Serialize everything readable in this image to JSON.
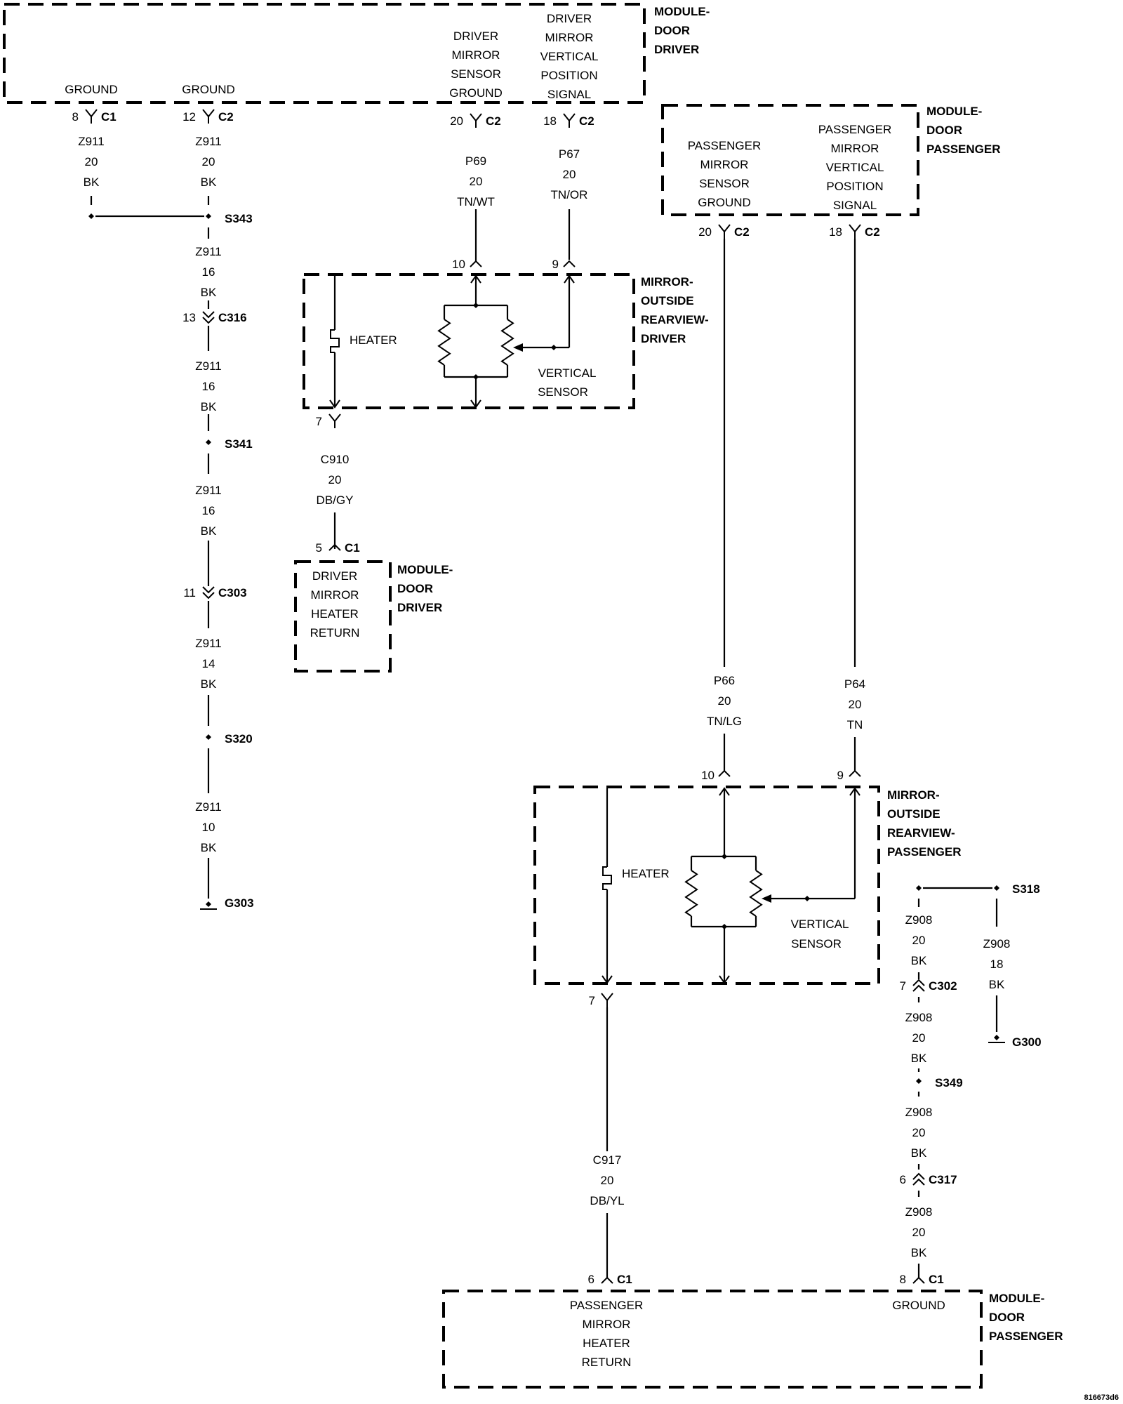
{
  "modules": {
    "door_driver_top": {
      "name": [
        "MODULE-",
        "DOOR",
        "DRIVER"
      ],
      "pins": [
        {
          "label": [
            "GROUND"
          ]
        },
        {
          "label": [
            "GROUND"
          ]
        },
        {
          "label": [
            "DRIVER",
            "MIRROR",
            "SENSOR",
            "GROUND"
          ]
        },
        {
          "label": [
            "DRIVER",
            "MIRROR",
            "VERTICAL",
            "POSITION",
            "SIGNAL"
          ]
        }
      ]
    },
    "door_passenger_top": {
      "name": [
        "MODULE-",
        "DOOR",
        "PASSENGER"
      ],
      "pins": [
        {
          "label": [
            "PASSENGER",
            "MIRROR",
            "SENSOR",
            "GROUND"
          ]
        },
        {
          "label": [
            "PASSENGER",
            "MIRROR",
            "VERTICAL",
            "POSITION",
            "SIGNAL"
          ]
        }
      ]
    },
    "door_driver_small": {
      "name": [
        "MODULE-",
        "DOOR",
        "DRIVER"
      ],
      "pins": [
        {
          "label": [
            "DRIVER",
            "MIRROR",
            "HEATER",
            "RETURN"
          ]
        }
      ]
    },
    "door_passenger_bottom": {
      "name": [
        "MODULE-",
        "DOOR",
        "PASSENGER"
      ],
      "pins": [
        {
          "label": [
            "PASSENGER",
            "MIRROR",
            "HEATER",
            "RETURN"
          ]
        },
        {
          "label": [
            "GROUND"
          ]
        }
      ]
    },
    "mirror_driver": {
      "name": [
        "MIRROR-",
        "OUTSIDE",
        "REARVIEW-",
        "DRIVER"
      ],
      "heater": "HEATER",
      "sensor": [
        "VERTICAL",
        "SENSOR"
      ]
    },
    "mirror_passenger": {
      "name": [
        "MIRROR-",
        "OUTSIDE",
        "REARVIEW-",
        "PASSENGER"
      ],
      "heater": "HEATER",
      "sensor": [
        "VERTICAL",
        "SENSOR"
      ]
    }
  },
  "connectors": [
    {
      "pin": "8",
      "name": "C1"
    },
    {
      "pin": "12",
      "name": "C2"
    },
    {
      "pin": "20",
      "name": "C2"
    },
    {
      "pin": "18",
      "name": "C2"
    },
    {
      "pin": "20",
      "name": "C2"
    },
    {
      "pin": "18",
      "name": "C2"
    },
    {
      "pin": "10",
      "name": ""
    },
    {
      "pin": "9",
      "name": ""
    },
    {
      "pin": "13",
      "name": "C316"
    },
    {
      "pin": "7",
      "name": ""
    },
    {
      "pin": "5",
      "name": "C1"
    },
    {
      "pin": "11",
      "name": "C303"
    },
    {
      "pin": "10",
      "name": ""
    },
    {
      "pin": "9",
      "name": ""
    },
    {
      "pin": "7",
      "name": ""
    },
    {
      "pin": "7",
      "name": "C302"
    },
    {
      "pin": "6",
      "name": "C317"
    },
    {
      "pin": "6",
      "name": "C1"
    },
    {
      "pin": "8",
      "name": "C1"
    }
  ],
  "wires": [
    {
      "circuit": "Z911",
      "gauge": "20",
      "color": "BK"
    },
    {
      "circuit": "Z911",
      "gauge": "20",
      "color": "BK"
    },
    {
      "circuit": "P69",
      "gauge": "20",
      "color": "TN/WT"
    },
    {
      "circuit": "P67",
      "gauge": "20",
      "color": "TN/OR"
    },
    {
      "circuit": "Z911",
      "gauge": "16",
      "color": "BK"
    },
    {
      "circuit": "Z911",
      "gauge": "16",
      "color": "BK"
    },
    {
      "circuit": "Z911",
      "gauge": "16",
      "color": "BK"
    },
    {
      "circuit": "Z911",
      "gauge": "14",
      "color": "BK"
    },
    {
      "circuit": "Z911",
      "gauge": "10",
      "color": "BK"
    },
    {
      "circuit": "C910",
      "gauge": "20",
      "color": "DB/GY"
    },
    {
      "circuit": "P66",
      "gauge": "20",
      "color": "TN/LG"
    },
    {
      "circuit": "P64",
      "gauge": "20",
      "color": "TN"
    },
    {
      "circuit": "Z908",
      "gauge": "20",
      "color": "BK"
    },
    {
      "circuit": "Z908",
      "gauge": "18",
      "color": "BK"
    },
    {
      "circuit": "Z908",
      "gauge": "20",
      "color": "BK"
    },
    {
      "circuit": "Z908",
      "gauge": "20",
      "color": "BK"
    },
    {
      "circuit": "Z908",
      "gauge": "20",
      "color": "BK"
    },
    {
      "circuit": "C917",
      "gauge": "20",
      "color": "DB/YL"
    }
  ],
  "splices": [
    "S343",
    "S341",
    "S320",
    "S318",
    "S349"
  ],
  "grounds": [
    "G303",
    "G300"
  ],
  "figure_id": "816673d6"
}
